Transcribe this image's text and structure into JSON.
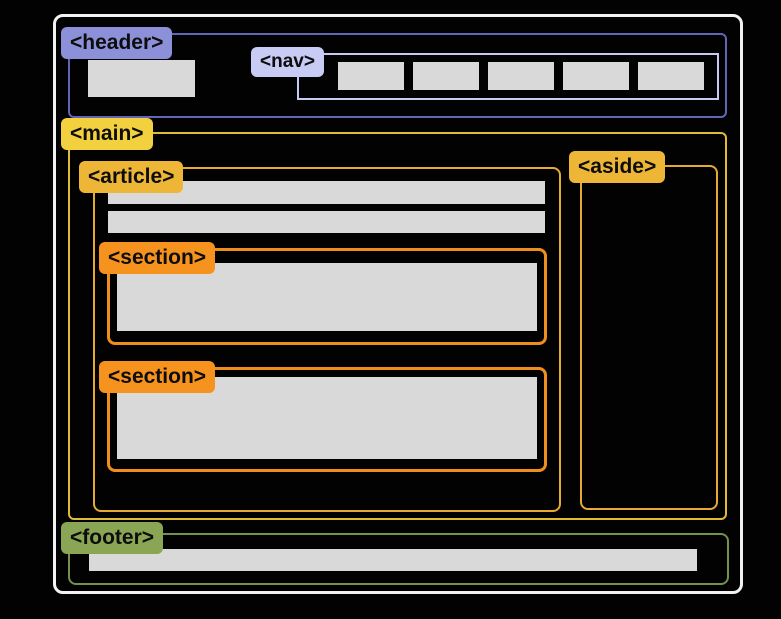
{
  "diagram": {
    "labels": {
      "header": "<header>",
      "nav": "<nav>",
      "main": "<main>",
      "article": "<article>",
      "section1": "<section>",
      "section2": "<section>",
      "aside": "<aside>",
      "footer": "<footer>"
    },
    "nav": {
      "item_count": 5
    },
    "colors": {
      "frame_border": "#f2f2f2",
      "header_border": "#6165b5",
      "header_label_bg": "#8b90d9",
      "nav_border": "#c6c9f0",
      "nav_label_bg": "#c8cbf4",
      "main_border": "#e0bc35",
      "main_label_bg": "#f2d03e",
      "article_border": "#e5ab2e",
      "article_label_bg": "#eeb636",
      "section_border": "#f08e1b",
      "section_label_bg": "#f6921e",
      "aside_border": "#e5ab2e",
      "aside_label_bg": "#eeb636",
      "footer_border": "#75924a",
      "footer_label_bg": "#8aa553",
      "placeholder_fill": "#d9d9d9"
    }
  }
}
